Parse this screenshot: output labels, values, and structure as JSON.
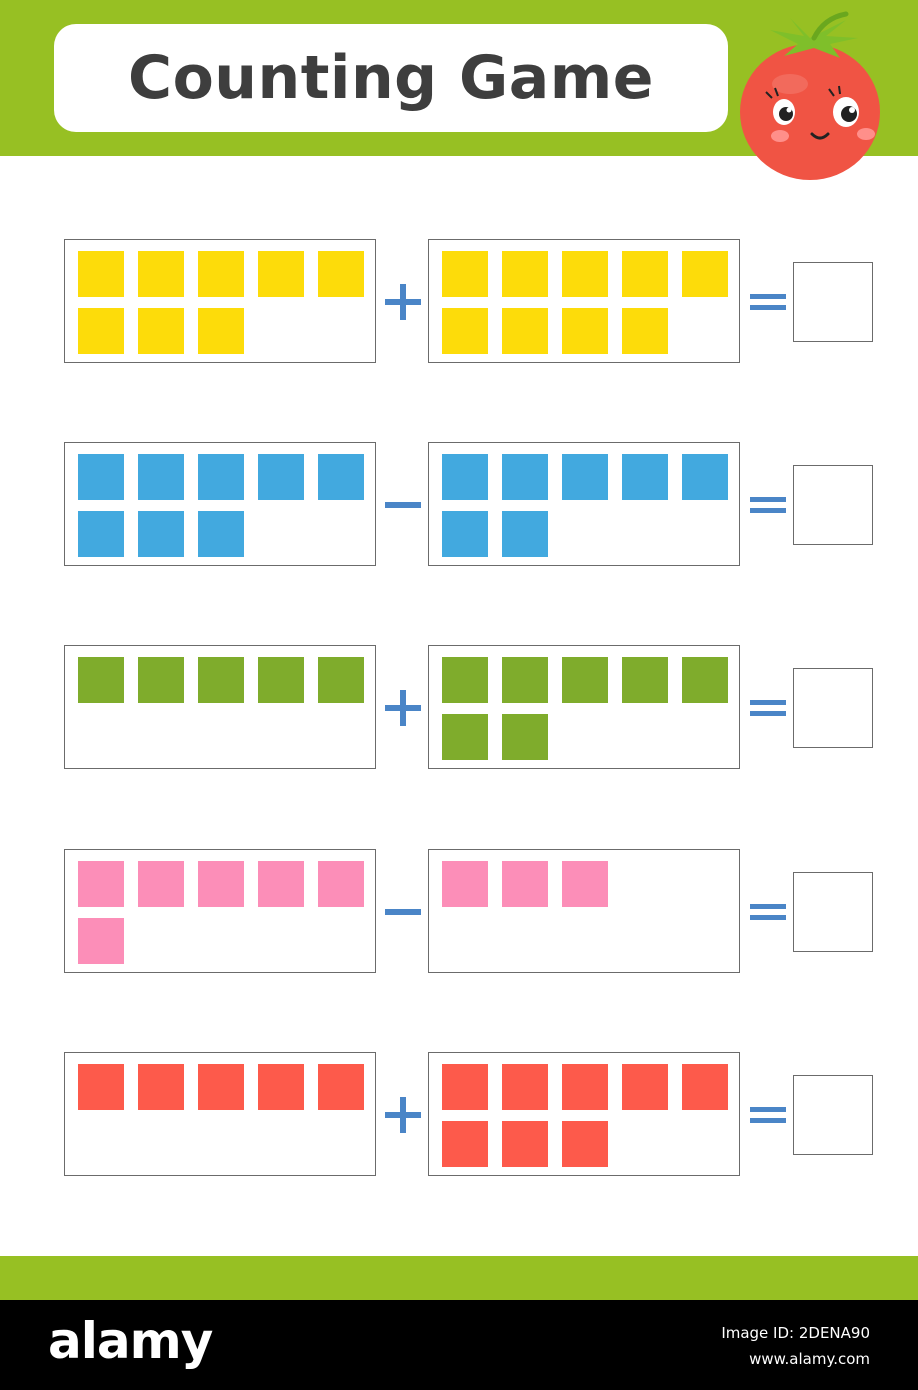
{
  "header": {
    "title": "Counting Game",
    "band_color": "#97c023",
    "mascot_icon": "tomato-character-icon"
  },
  "colors": {
    "yellow": "#fddc0a",
    "blue": "#42a9df",
    "green": "#7fac2c",
    "pink": "#fc8eb8",
    "red": "#fd5a4b",
    "operator": "#4a85c7"
  },
  "rows": [
    {
      "color": "yellow",
      "left_count": 8,
      "operator": "+",
      "right_count": 9,
      "equals": "="
    },
    {
      "color": "blue",
      "left_count": 8,
      "operator": "-",
      "right_count": 7,
      "equals": "="
    },
    {
      "color": "green",
      "left_count": 5,
      "operator": "+",
      "right_count": 7,
      "equals": "="
    },
    {
      "color": "pink",
      "left_count": 6,
      "operator": "-",
      "right_count": 3,
      "equals": "="
    },
    {
      "color": "red",
      "left_count": 5,
      "operator": "+",
      "right_count": 8,
      "equals": "="
    }
  ],
  "footer": {
    "logo": "alamy",
    "image_id": "Image ID: 2DENA90",
    "site": "www.alamy.com"
  }
}
